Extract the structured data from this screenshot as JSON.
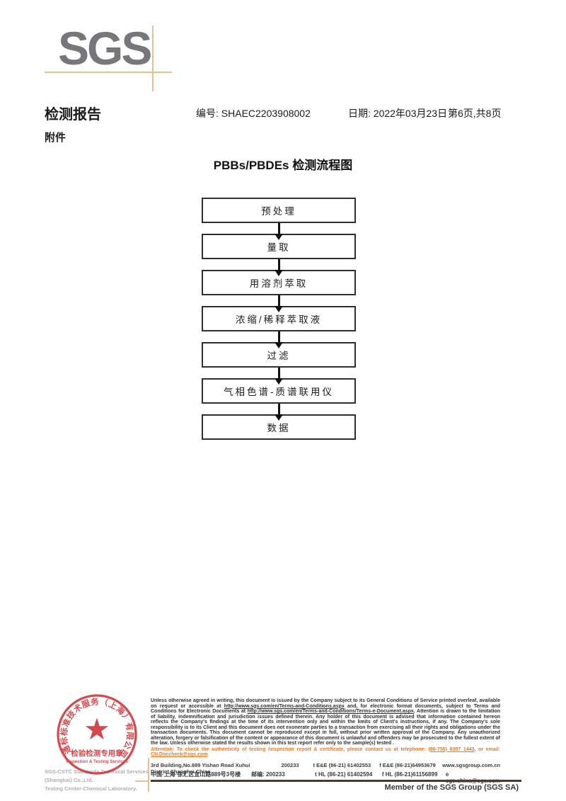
{
  "colors": {
    "logo_gray": "#76777a",
    "accent_orange": "#ecbd92",
    "attention_orange": "#e87722",
    "stamp_red": "#cf3a3f",
    "footer_rule_brown": "#4c3a2e"
  },
  "logo": {
    "text": "SGS"
  },
  "header": {
    "report_title": "检测报告",
    "report_no": "编号: SHAEC2203908002",
    "date": "日期: 2022年03月23日",
    "page_info": "第6页,共8页",
    "attachment": "附件"
  },
  "flowchart": {
    "title": "PBBs/PBDEs 检测流程图",
    "steps": [
      "预处理",
      "量取",
      "用溶剂萃取",
      "浓缩/稀释萃取液",
      "过滤",
      "气相色谱-质谱联用仪",
      "数据"
    ]
  },
  "footer": {
    "disclaimer_part1": "Unless otherwise agreed in writing, this document is issued by the Company subject to its General Conditions of Service printed overleaf, available on request or accessible at ",
    "terms_url": "http://www.sgs.com/en/Terms-and-Conditions.aspx",
    "disclaimer_part2": " and, for electronic format documents, subject to Terms and Conditions for Electronic Documents at ",
    "terms_e_doc_url": "http://www.sgs.com/en/Terms-and-Conditions/Terms-e-Document.aspx",
    "disclaimer_part3": ". Attention is drawn to the limitation of liability, indemnification and jurisdiction issues defined therein. Any holder of this document is advised that information contained hereon reflects the Company's findings at the time of its intervention only and within the limits of Client's instructions, if any. The Company's sole responsibility is to its Client and this document does not exonerate parties to a transaction from exercising all their rights and obligations under the transaction documents. This document cannot be reproduced except in full, without prior written approval of the Company. Any unauthorized alteration, forgery or falsification of the content or appearance of this document is unlawful and offenders may be prosecuted to the fullest extent of the law. Unless otherwise stated the results shown in this test report refer only to the sample(s) tested .",
    "attention_part1": "Attention: To check the authenticity of testing /inspection report & certificate, please contact us at telephone: ",
    "attention_phone": "(86-755) 8307 1443",
    "attention_part2": ", or email: ",
    "attention_email": "CN.Doccheck@sgs.com",
    "company_en_line1": "SGS-CSTC Standards Technical Services (Shanghai) Co.,Ltd.",
    "company_en_line2": "Testing Center-Chemical Laboratory.",
    "address_en": "3rd Building,No.889 Yishan Road Xuhui District,Shanghai China",
    "postcode_en": "200233",
    "tel_en": "t E&E (86-21) 61402553",
    "fax_en": "f E&E (86-21)64953679",
    "website": "www.sgsgroup.com.cn",
    "address_cn": "中国·上海·徐汇区宜山路889号3号楼",
    "postcode_cn": "邮编: 200233",
    "tel_cn": "t HL (86-21) 61402594",
    "fax_cn": "f HL (86-21)61156899",
    "email": "e sgs.china@sgs.com",
    "member_note": "Member of the SGS Group (SGS SA)"
  },
  "stamp": {
    "ring_text": "通标标准技术服务（上海）有限公司",
    "star": "★",
    "line1": "检验检测专用章",
    "line2": "Inspection & Testing Services"
  }
}
